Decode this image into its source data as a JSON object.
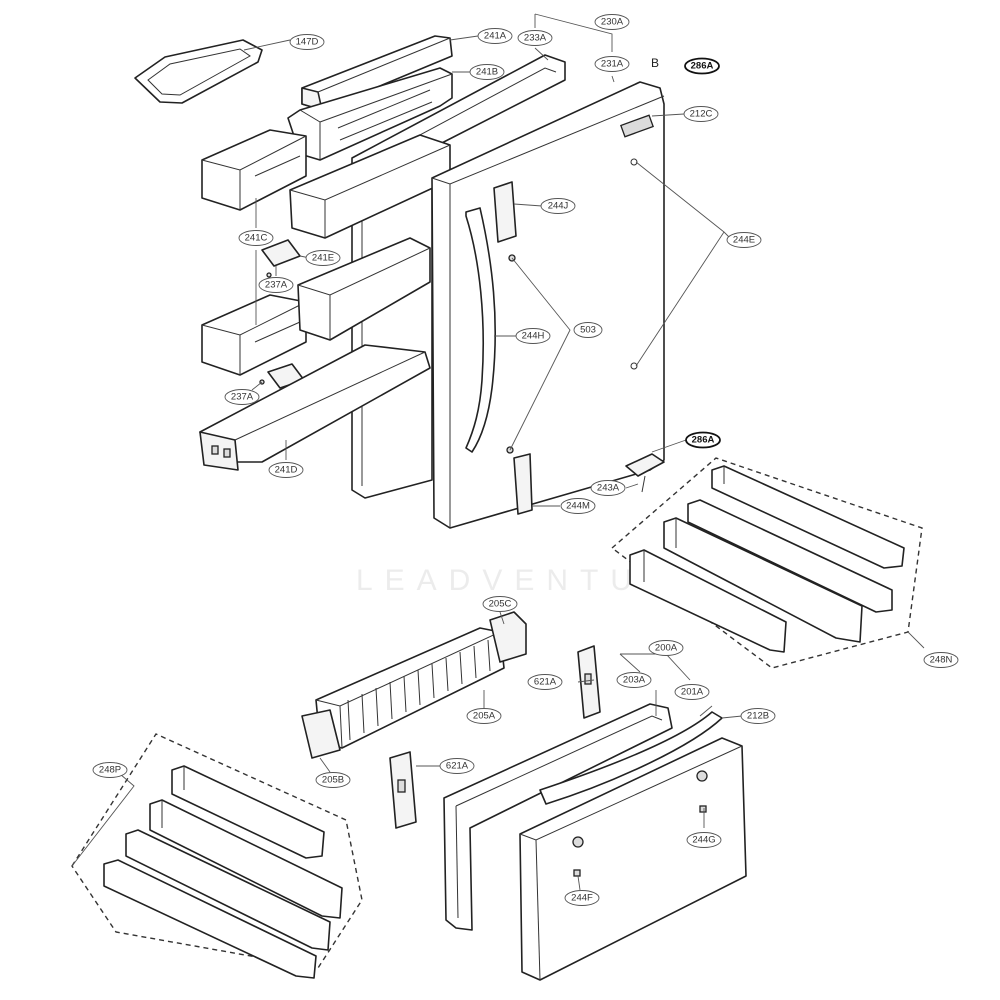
{
  "watermark": "LEADVENTU",
  "labels": {
    "l147D": "147D",
    "l241A": "241A",
    "l241B": "241B",
    "l233A": "233A",
    "l230A": "230A",
    "l231A": "231A",
    "lB": "B",
    "l286A_top": "286A",
    "l212C": "212C",
    "l244J": "244J",
    "l244E": "244E",
    "l241C": "241C",
    "l241E": "241E",
    "l237A_1": "237A",
    "l237A_2": "237A",
    "l244H": "244H",
    "l503": "503",
    "l241D": "241D",
    "l286A_mid": "286A",
    "l243A": "243A",
    "l244M": "244M",
    "l248N": "248N",
    "l205C": "205C",
    "l205A": "205A",
    "l205B": "205B",
    "l200A": "200A",
    "l203A": "203A",
    "l201A": "201A",
    "l212B": "212B",
    "l621A_1": "621A",
    "l621A_2": "621A",
    "l248P": "248P",
    "l244G": "244G",
    "l244F": "244F"
  }
}
